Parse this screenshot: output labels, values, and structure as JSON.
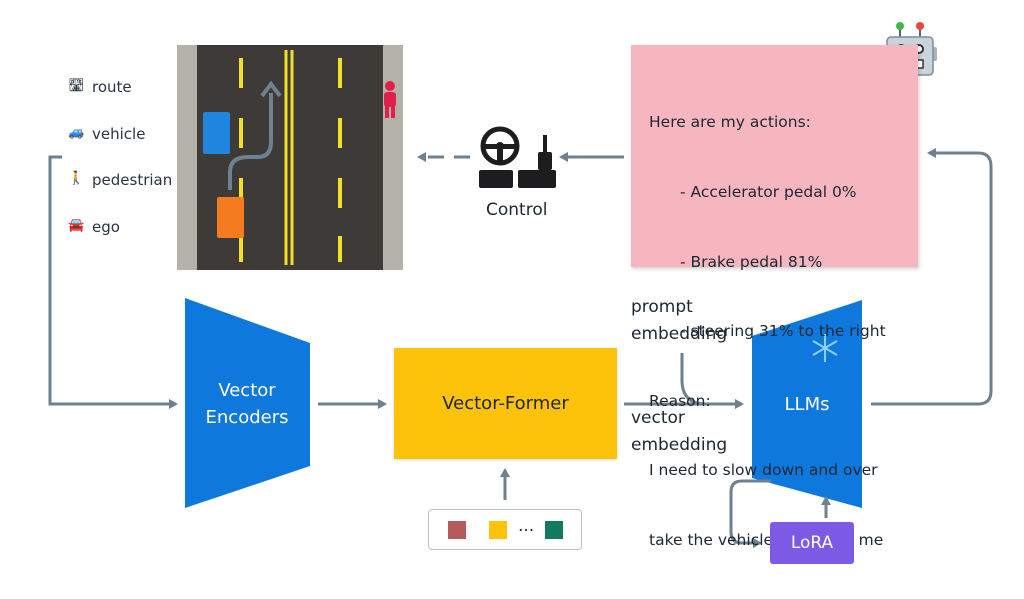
{
  "legend": {
    "items": [
      {
        "icon": "route-icon",
        "glyph": "🛣",
        "label": "route"
      },
      {
        "icon": "vehicle-icon",
        "glyph": "🚙",
        "label": "vehicle"
      },
      {
        "icon": "pedestrian-icon",
        "glyph": "🚶",
        "label": "pedestrian"
      },
      {
        "icon": "ego-car-icon",
        "glyph": "🚘",
        "label": "ego"
      }
    ]
  },
  "control": {
    "label": "Control"
  },
  "actions": {
    "header": "Here are my actions:",
    "items": [
      "- Accelerator pedal 0%",
      "- Brake pedal 81%",
      "- steering 31% to the right"
    ],
    "reason_label": "Reason:",
    "reason_lines": [
      "I need to slow down and over",
      "take the vehicle in front of me"
    ]
  },
  "encoder": {
    "line1": "Vector",
    "line2": "Encoders"
  },
  "vector_former": {
    "label": "Vector-Former"
  },
  "llm": {
    "label": "LLMs"
  },
  "lora": {
    "label": "LoRA"
  },
  "prompt_embedding": {
    "line1": "prompt",
    "line2": "embedding"
  },
  "vector_embedding": {
    "line1": "vector",
    "line2": "embedding"
  },
  "tokens": {
    "ellipsis": "...",
    "colors": [
      "#b65b5b",
      "#fdc20a",
      "#127a5e"
    ]
  },
  "colors": {
    "encoder_blue": "#0f78dc",
    "road": "#3d3a37",
    "lane_yellow": "#f2df27",
    "arrow": "#6e8191",
    "speech_pink": "#f6b6bf"
  }
}
